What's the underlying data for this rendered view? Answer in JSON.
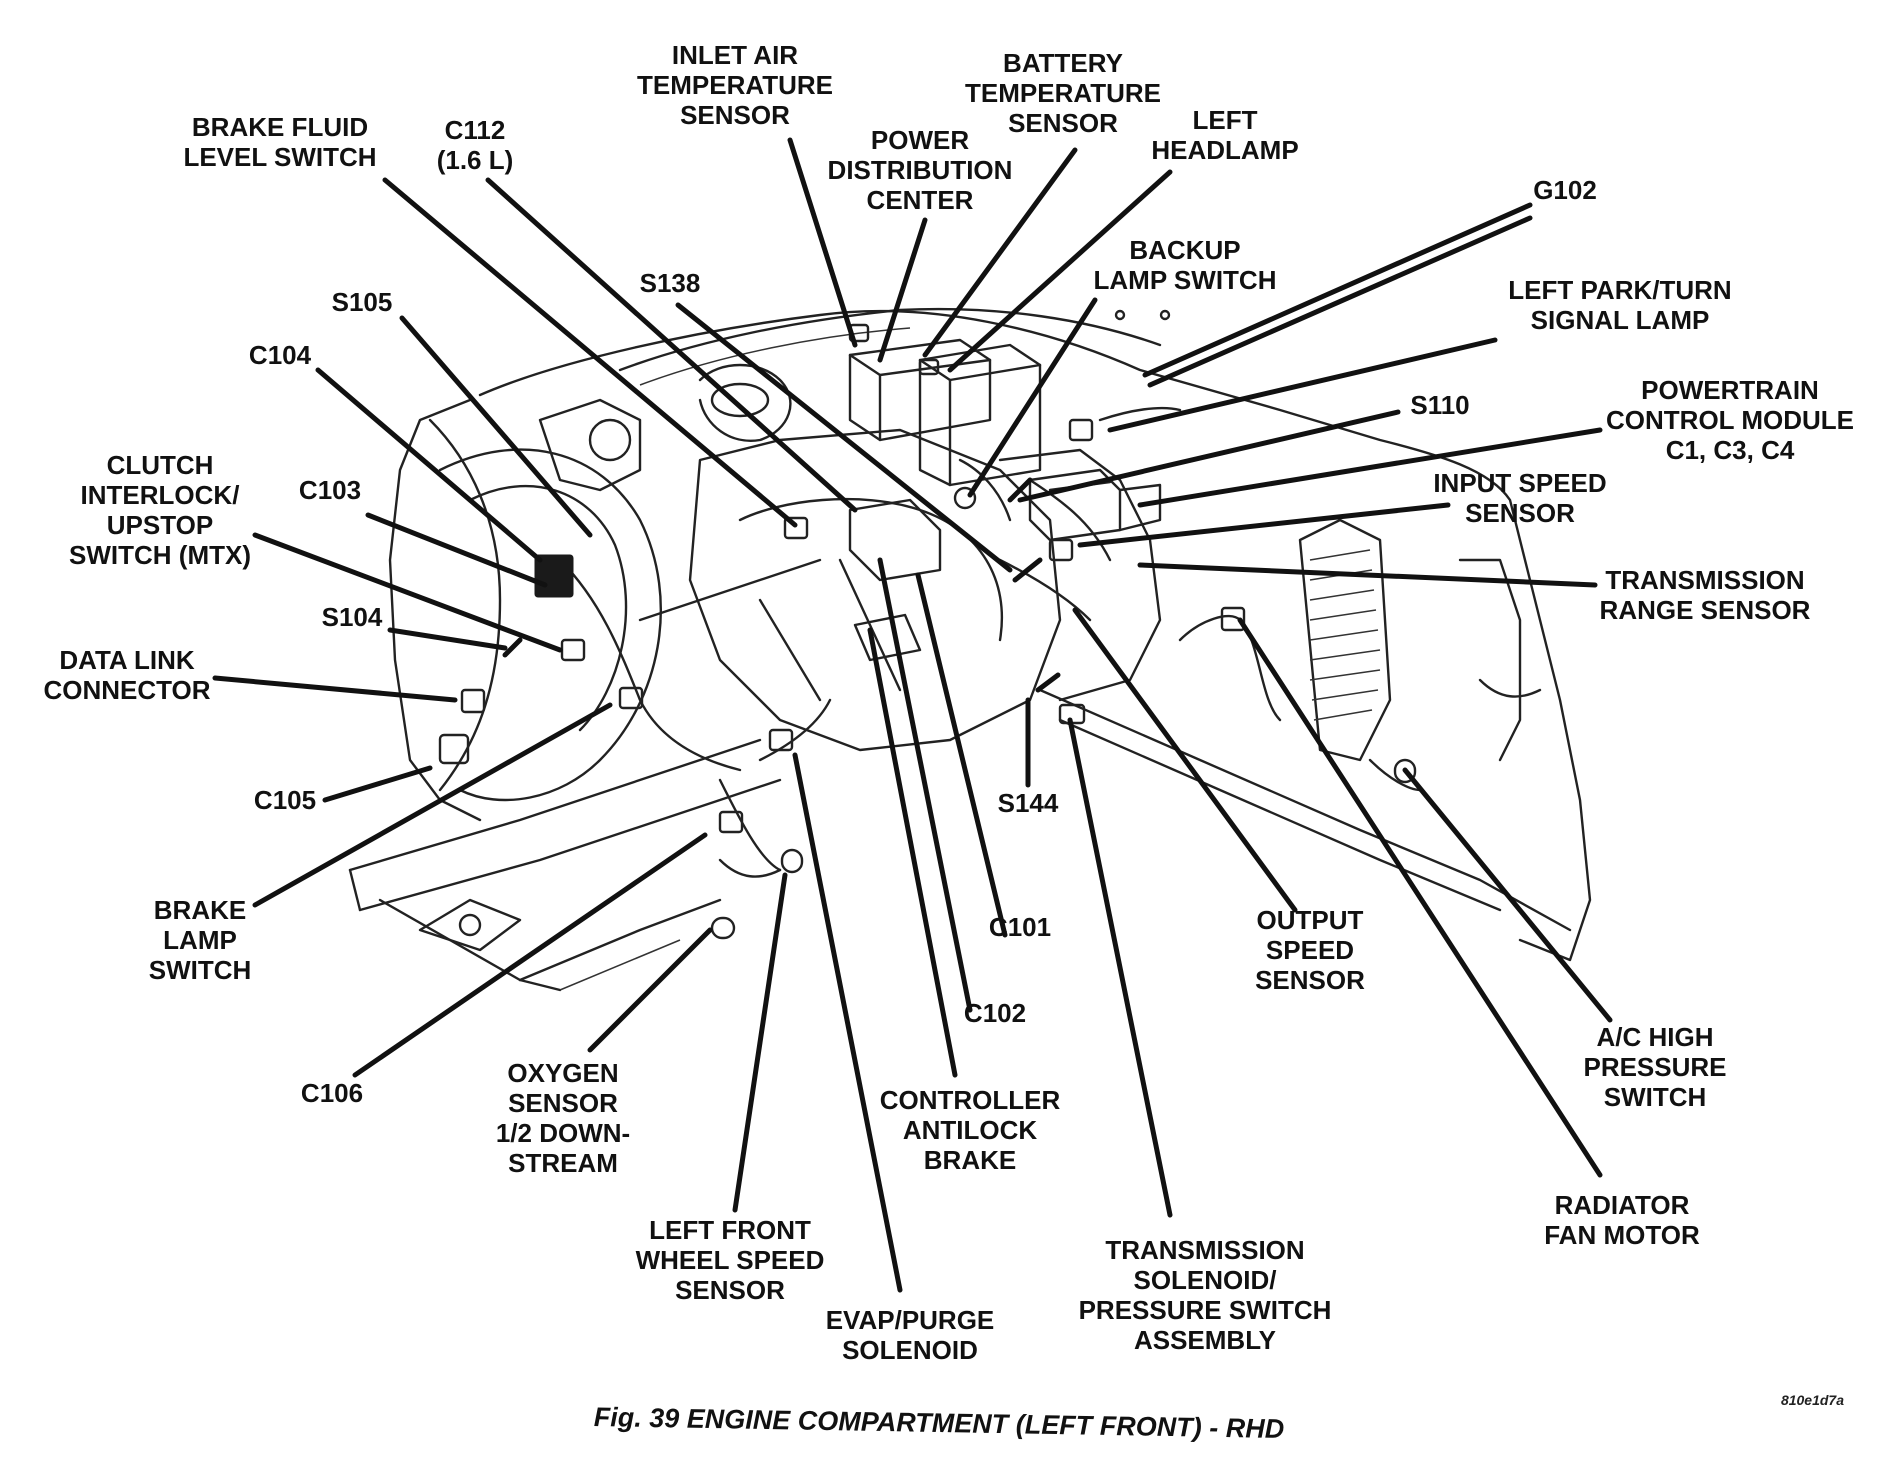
{
  "figure": {
    "caption": "Fig. 39 ENGINE COMPARTMENT (LEFT FRONT) - RHD",
    "code": "810e1d7a"
  },
  "labels": {
    "inlet_air_temp": "INLET AIR\nTEMPERATURE\nSENSOR",
    "battery_temp": "BATTERY\nTEMPERATURE\nSENSOR",
    "brake_fluid": "BRAKE FLUID\nLEVEL SWITCH",
    "c112": "C112\n(1.6 L)",
    "pdc": "POWER\nDISTRIBUTION\nCENTER",
    "left_headlamp": "LEFT\nHEADLAMP",
    "g102": "G102",
    "backup_lamp": "BACKUP\nLAMP SWITCH",
    "left_park": "LEFT PARK/TURN\nSIGNAL LAMP",
    "s138": "S138",
    "s105": "S105",
    "c104": "C104",
    "powertrain": "POWERTRAIN\nCONTROL MODULE\nC1, C3, C4",
    "s110": "S110",
    "clutch": "CLUTCH\nINTERLOCK/\nUPSTOP\nSWITCH (MTX)",
    "c103": "C103",
    "input_speed": "INPUT SPEED\nSENSOR",
    "trans_range": "TRANSMISSION\nRANGE SENSOR",
    "s104": "S104",
    "data_link": "DATA LINK\nCONNECTOR",
    "c105": "C105",
    "s144": "S144",
    "brake_lamp": "BRAKE\nLAMP\nSWITCH",
    "output_speed": "OUTPUT\nSPEED\nSENSOR",
    "c101": "C101",
    "c102": "C102",
    "ac_high": "A/C HIGH\nPRESSURE\nSWITCH",
    "c106": "C106",
    "oxygen": "OXYGEN\nSENSOR\n1/2 DOWN-\nSTREAM",
    "controller_abs": "CONTROLLER\nANTILOCK\nBRAKE",
    "radiator_fan": "RADIATOR\nFAN MOTOR",
    "lf_wheel_speed": "LEFT FRONT\nWHEEL SPEED\nSENSOR",
    "evap": "EVAP/PURGE\nSOLENOID",
    "trans_solenoid": "TRANSMISSION\nSOLENOID/\nPRESSURE SWITCH\nASSEMBLY"
  }
}
